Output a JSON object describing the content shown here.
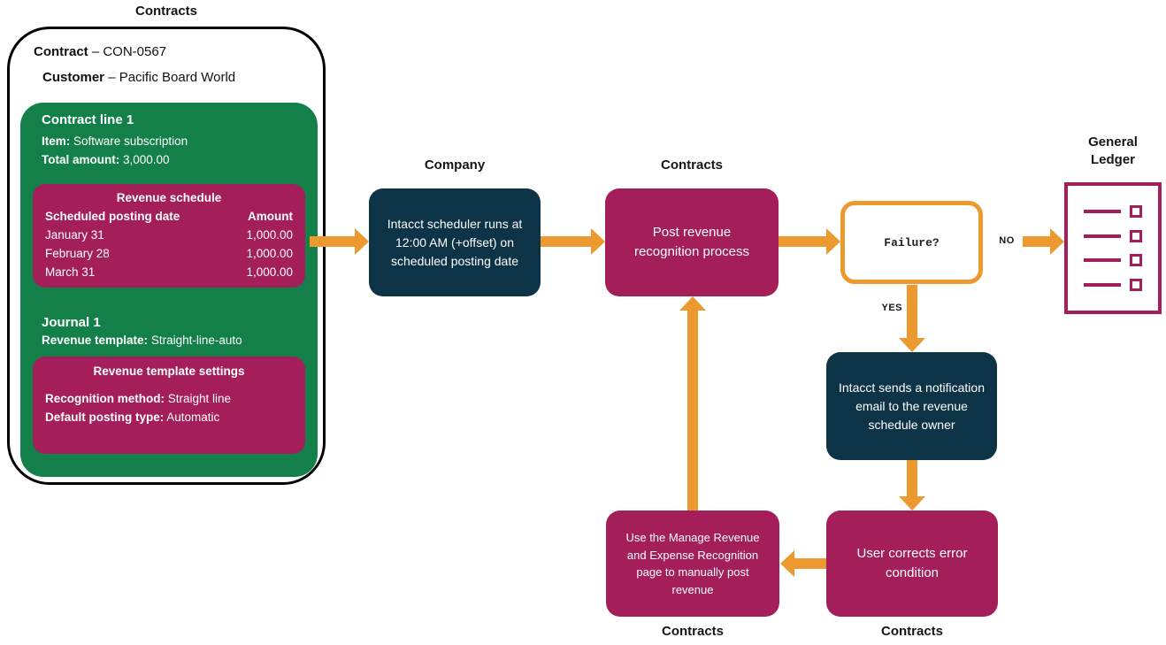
{
  "colors": {
    "green": "#138049",
    "crimson": "#A41E5A",
    "navy": "#0D3347",
    "orange": "#EC9A2F"
  },
  "contracts_panel": {
    "title": "Contracts",
    "contract_label": "Contract",
    "contract_value": "– CON-0567",
    "customer_label": "Customer",
    "customer_value": "– Pacific Board World",
    "contract_line": {
      "title": "Contract line 1",
      "item_label": "Item:",
      "item_value": "Software subscription",
      "total_label": "Total amount:",
      "total_value": "3,000.00"
    },
    "revenue_schedule": {
      "title": "Revenue schedule",
      "col_date": "Scheduled posting date",
      "col_amount": "Amount",
      "rows": [
        {
          "date": "January 31",
          "amount": "1,000.00"
        },
        {
          "date": "February 28",
          "amount": "1,000.00"
        },
        {
          "date": "March 31",
          "amount": "1,000.00"
        }
      ]
    },
    "journal": {
      "title": "Journal 1",
      "template_label": "Revenue template:",
      "template_value": "Straight-line-auto"
    },
    "template_settings": {
      "title": "Revenue template settings",
      "method_label": "Recognition method:",
      "method_value": "Straight line",
      "posting_label": "Default posting type:",
      "posting_value": "Automatic"
    }
  },
  "flow": {
    "company_label": "Company",
    "scheduler_box": "Intacct scheduler runs at 12:00 AM (+offset) on scheduled posting date",
    "contracts_label_post": "Contracts",
    "post_box": "Post revenue recognition process",
    "failure_box": "Failure?",
    "no_label": "NO",
    "yes_label": "YES",
    "general_ledger_label": "General Ledger",
    "notification_box": "Intacct sends a notification email to the revenue schedule owner",
    "correct_box": "User corrects error condition",
    "contracts_label_correct": "Contracts",
    "manual_box": "Use the Manage Revenue and Expense Recognition page to manually post revenue",
    "contracts_label_manual": "Contracts"
  }
}
